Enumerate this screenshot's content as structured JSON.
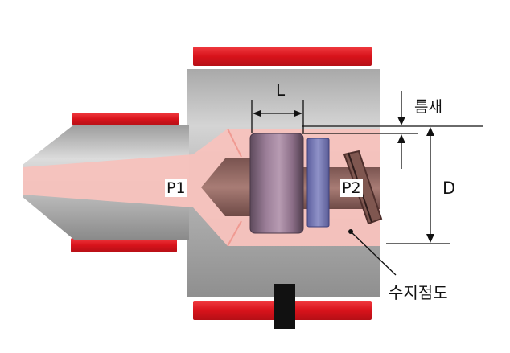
{
  "labels": {
    "length": "L",
    "gap": "틈새",
    "diameter": "D",
    "pressure_front": "P1",
    "pressure_back": "P2",
    "resin_viscosity": "수지점도"
  },
  "colors": {
    "heater_band": "#e3141c",
    "barrel_gray": "#b8b8b8",
    "resin_pink": "#f7c4c0",
    "screw_brown": "#9a6c66",
    "check_ring_purple": "#8a6b86",
    "seat_blue": "#7d7fb6",
    "key_black": "#111111"
  }
}
